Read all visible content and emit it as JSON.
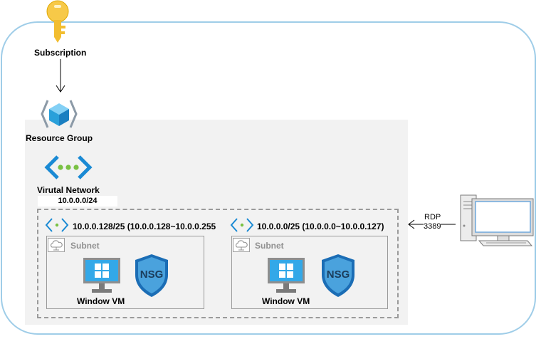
{
  "subscription": {
    "label": "Subscription",
    "icon": "key-icon",
    "color": "#f7c948"
  },
  "resource_group": {
    "label": "Resource Group",
    "icon": "resource-group-icon"
  },
  "vnet": {
    "label": "Virutal Network",
    "cidr": "10.0.0.0/24",
    "icon": "virtual-network-icon"
  },
  "subnets": [
    {
      "range": "10.0.0.128/25 (10.0.0.128~10.0.0.255",
      "label": "Subnet",
      "vm_label": "Window VM",
      "nsg_label": "NSG"
    },
    {
      "range": "10.0.0.0/25 (10.0.0.0~10.0.0.127)",
      "label": "Subnet",
      "vm_label": "Window VM",
      "nsg_label": "NSG"
    }
  ],
  "rdp": {
    "label": "RDP",
    "port": "3389"
  },
  "client": {
    "icon": "desktop-computer-icon"
  },
  "colors": {
    "frame": "#9fcde8",
    "azure_blue": "#0078d4",
    "panel": "#f2f2f2"
  }
}
